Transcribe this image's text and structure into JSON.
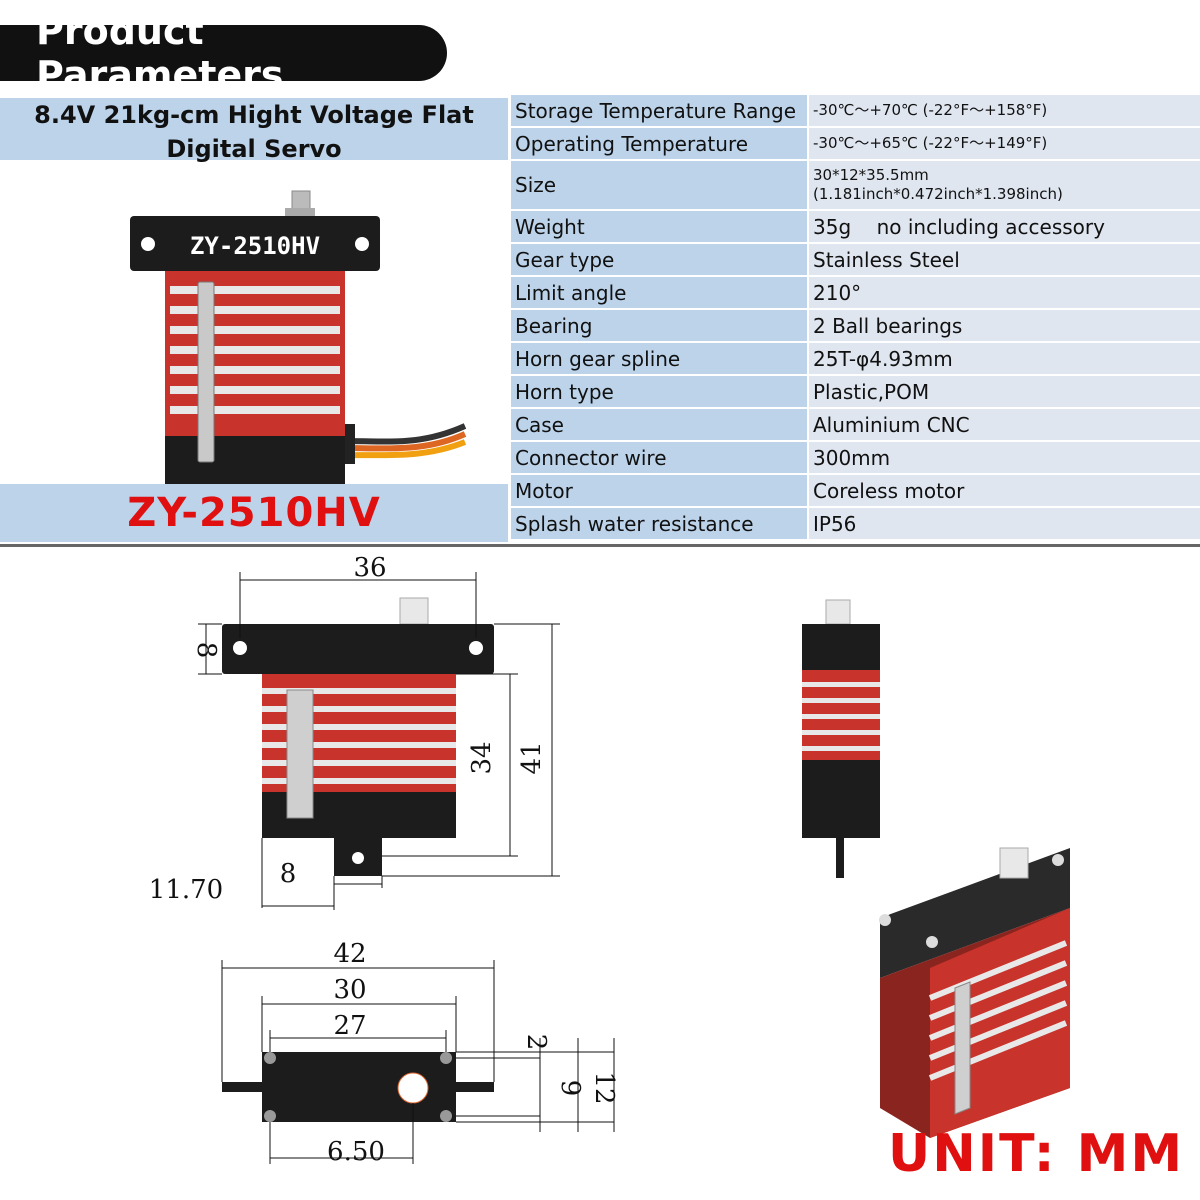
{
  "header": {
    "title": "Product Parameters"
  },
  "product": {
    "title": "8.4V 21kg-cm Hight Voltage Flat Digital Servo",
    "model": "ZY-2510HV",
    "case_label": "ZY-2510HV"
  },
  "specs": [
    {
      "label": "Storage Temperature Range",
      "value": "-30℃～+70℃ (-22°F～+158°F)"
    },
    {
      "label": "Operating Temperature",
      "value": "-30℃～+65℃ (-22°F～+149°F)"
    },
    {
      "label": "Size",
      "value": "30*12*35.5mm",
      "value2": "(1.181inch*0.472inch*1.398inch)"
    },
    {
      "label": "Weight",
      "value": "35g    no including accessory"
    },
    {
      "label": "Gear type",
      "value": "Stainless Steel"
    },
    {
      "label": "Limit angle",
      "value": "210°"
    },
    {
      "label": "Bearing",
      "value": "2 Ball bearings"
    },
    {
      "label": "Horn gear spline",
      "value": "25T-φ4.93mm"
    },
    {
      "label": "Horn type",
      "value": "Plastic,POM"
    },
    {
      "label": "Case",
      "value": "Aluminium CNC"
    },
    {
      "label": "Connector wire",
      "value": "300mm"
    },
    {
      "label": "Motor",
      "value": "Coreless motor"
    },
    {
      "label": "Splash water resistance",
      "value": "IP56"
    }
  ],
  "dimensions": {
    "front_width": "36",
    "flange_height": "8",
    "body_height": "34",
    "total_height": "41",
    "tab_width": "8",
    "offset": "11.70",
    "top_total": "42",
    "top_body": "30",
    "top_holes": "27",
    "side_a": "2",
    "side_b": "9",
    "side_c": "12",
    "top_offset": "6.50"
  },
  "unit_label": "UNIT: MM",
  "colors": {
    "band": "#bcd3ea",
    "value_cell": "#dfe6f0",
    "accent_red": "#e01010",
    "case_red": "#c8332b"
  }
}
